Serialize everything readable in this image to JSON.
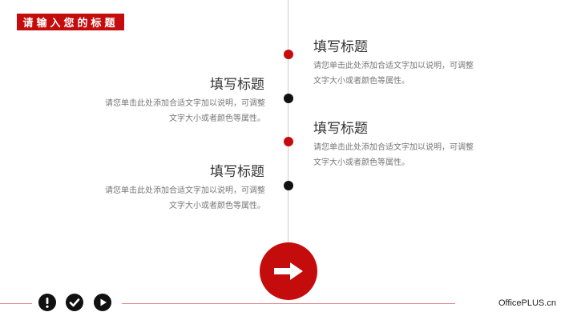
{
  "slide": {
    "title": "请输入您的标题",
    "brand": "OfficePLUS.cn"
  },
  "timeline": {
    "items": [
      {
        "heading": "填写标题",
        "body_line1": "请您单击此处添加合适文字加以说明，可调整",
        "body_line2": "文字大小或者颜色等属性。"
      },
      {
        "heading": "填写标题",
        "body_line1": "请您单击此处添加合适文字加以说明，可调整",
        "body_line2": "文字大小或者颜色等属性。"
      },
      {
        "heading": "填写标题",
        "body_line1": "请您单击此处添加合适文字加以说明，可调整",
        "body_line2": "文字大小或者颜色等属性。"
      },
      {
        "heading": "填写标题",
        "body_line1": "请您单击此处添加合适文字加以说明，可调整",
        "body_line2": "文字大小或者颜色等属性。"
      }
    ]
  },
  "icons": {
    "next_button": "arrow-right-icon",
    "footer": [
      "exclamation-icon",
      "check-icon",
      "play-icon"
    ]
  },
  "colors": {
    "accent": "#c40c0c",
    "dark": "#111111",
    "line": "#cccccc"
  }
}
